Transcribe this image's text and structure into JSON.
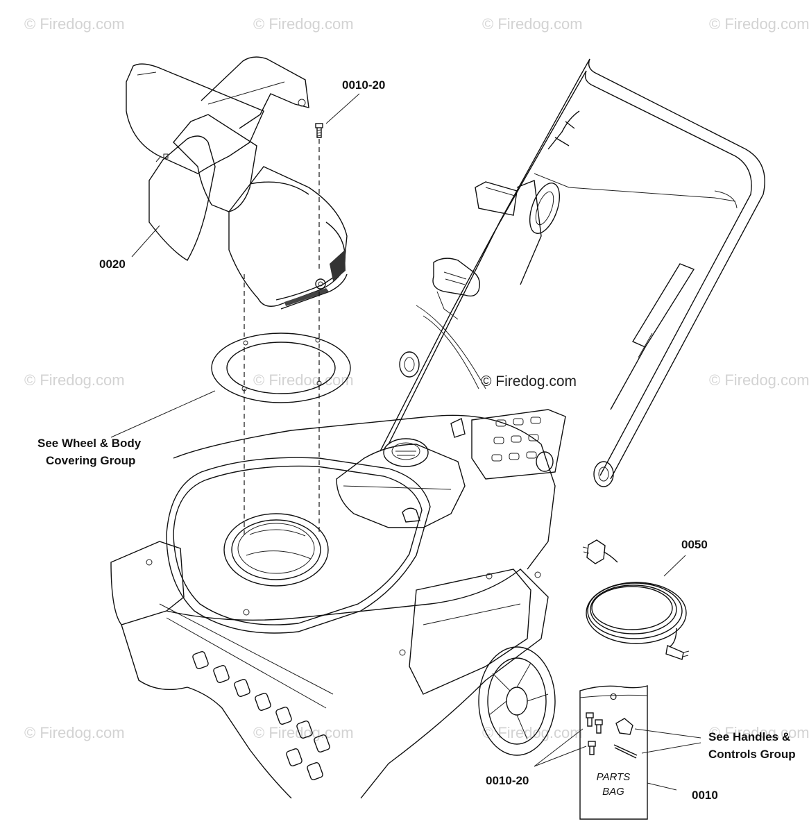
{
  "watermarks": {
    "text": "© Firedog.com",
    "center_text": "© Firedog.com"
  },
  "callouts": {
    "part_0010_20_top": "0010-20",
    "part_0020": "0020",
    "part_0050": "0050",
    "part_0010_20_bottom": "0010-20",
    "part_0010": "0010",
    "wheel_body_line1": "See Wheel & Body",
    "wheel_body_line2": "Covering Group",
    "handles_line1": "See Handles &",
    "handles_line2": "Controls Group"
  },
  "parts_bag": {
    "line1": "PARTS",
    "line2": "BAG",
    "hole_label": "O"
  },
  "colors": {
    "line": "#111111",
    "watermark": "#d3d3d3",
    "background": "#ffffff"
  }
}
